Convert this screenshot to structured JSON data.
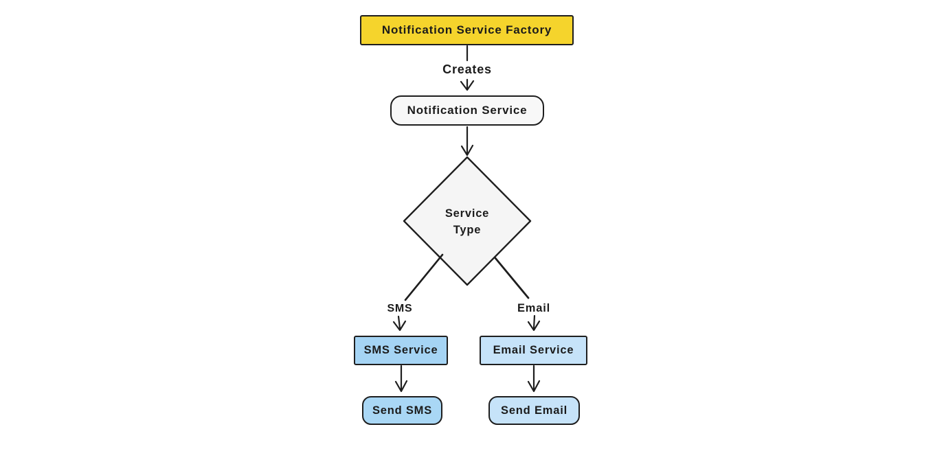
{
  "diagram": {
    "type": "flowchart",
    "background": "#ffffff",
    "stroke_color": "#1e1e1e",
    "text_color": "#1b1b1b",
    "nodes": {
      "factory": {
        "label": "Notification Service Factory",
        "shape": "rectangle",
        "fill": "#f5d42c"
      },
      "notification_service": {
        "label": "Notification Service",
        "shape": "rounded-rectangle",
        "fill": "#f8f8f8"
      },
      "service_type": {
        "label": "Service Type",
        "label_line1": "Service",
        "label_line2": "Type",
        "shape": "diamond",
        "fill": "#f5f5f5"
      },
      "sms_service": {
        "label": "SMS Service",
        "shape": "rectangle",
        "fill": "#a5d4f4"
      },
      "email_service": {
        "label": "Email Service",
        "shape": "rectangle",
        "fill": "#c6e3f9"
      },
      "send_sms": {
        "label": "Send SMS",
        "shape": "rounded-rectangle",
        "fill": "#a9d7f5"
      },
      "send_email": {
        "label": "Send Email",
        "shape": "rounded-rectangle",
        "fill": "#c6e3f9"
      }
    },
    "edges": [
      {
        "from": "factory",
        "to": "notification_service",
        "label": "Creates"
      },
      {
        "from": "notification_service",
        "to": "service_type",
        "label": ""
      },
      {
        "from": "service_type",
        "to": "sms_service",
        "label": "SMS"
      },
      {
        "from": "service_type",
        "to": "email_service",
        "label": "Email"
      },
      {
        "from": "sms_service",
        "to": "send_sms",
        "label": ""
      },
      {
        "from": "email_service",
        "to": "send_email",
        "label": ""
      }
    ]
  }
}
